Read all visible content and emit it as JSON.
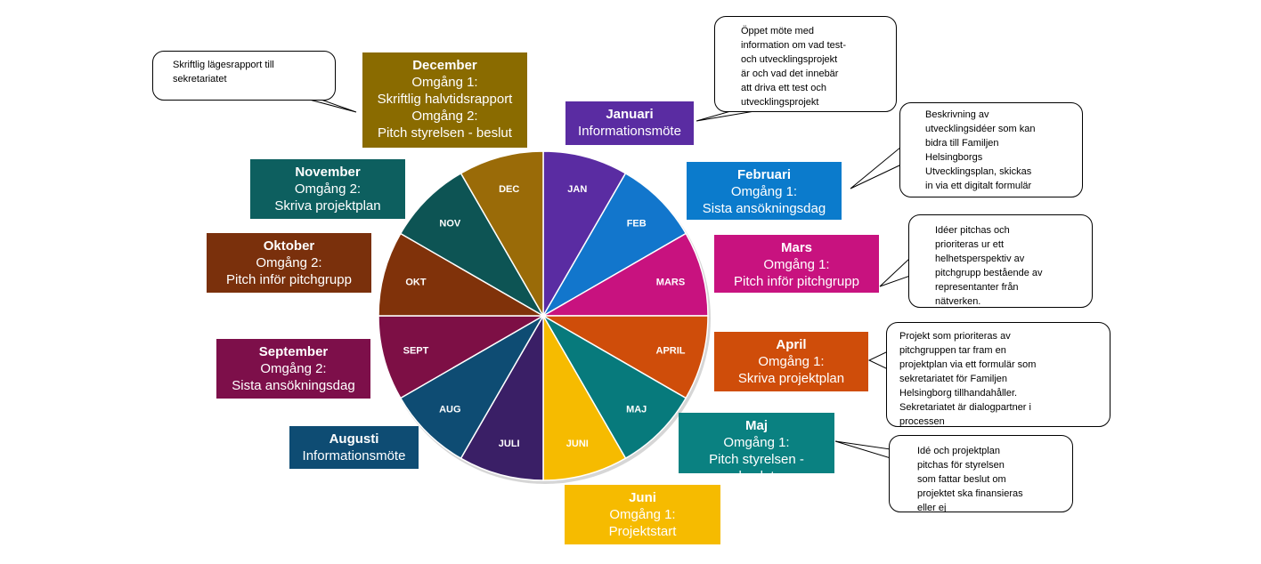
{
  "wheel": {
    "segments": [
      {
        "abbr": "JAN",
        "color": "#5a2ca2"
      },
      {
        "abbr": "FEB",
        "color": "#1276cc"
      },
      {
        "abbr": "MARS",
        "color": "#c8127f"
      },
      {
        "abbr": "APRIL",
        "color": "#cf4d0a"
      },
      {
        "abbr": "MAJ",
        "color": "#077a7c"
      },
      {
        "abbr": "JUNI",
        "color": "#f6bb00"
      },
      {
        "abbr": "JULI",
        "color": "#3a1f66"
      },
      {
        "abbr": "AUG",
        "color": "#0e4c73"
      },
      {
        "abbr": "SEPT",
        "color": "#7d0f45"
      },
      {
        "abbr": "OKT",
        "color": "#80320a"
      },
      {
        "abbr": "NOV",
        "color": "#0d5454"
      },
      {
        "abbr": "DEC",
        "color": "#9a6b08"
      }
    ]
  },
  "months": {
    "december": {
      "title": "December",
      "lines": [
        "Omgång 1:",
        "Skriftlig halvtidsrapport",
        "Omgång 2:",
        "Pitch styrelsen - beslut"
      ],
      "color": "#8a6b00"
    },
    "januari": {
      "title": "Januari",
      "lines": [
        "Informationsmöte"
      ],
      "color": "#5a2ca2"
    },
    "februari": {
      "title": "Februari",
      "lines": [
        "Omgång 1:",
        "Sista ansökningsdag"
      ],
      "color": "#0b7bcc"
    },
    "mars": {
      "title": "Mars",
      "lines": [
        "Omgång 1:",
        "Pitch inför pitchgrupp"
      ],
      "color": "#c8127f"
    },
    "april": {
      "title": "April",
      "lines": [
        "Omgång 1:",
        "Skriva projektplan"
      ],
      "color": "#cf4d0a"
    },
    "maj": {
      "title": "Maj",
      "lines": [
        "Omgång 1:",
        "Pitch styrelsen -",
        "beslut"
      ],
      "color": "#0a8181"
    },
    "juni": {
      "title": "Juni",
      "lines": [
        "Omgång 1:",
        "Projektstart"
      ],
      "color": "#f6bb00"
    },
    "november": {
      "title": "November",
      "lines": [
        "Omgång 2:",
        "Skriva projektplan"
      ],
      "color": "#0d5f5f"
    },
    "oktober": {
      "title": "Oktober",
      "lines": [
        "Omgång 2:",
        "Pitch inför pitchgrupp"
      ],
      "color": "#7a300c"
    },
    "september": {
      "title": "September",
      "lines": [
        "Omgång 2:",
        "Sista ansökningsdag"
      ],
      "color": "#7d0f4a"
    },
    "augusti": {
      "title": "Augusti",
      "lines": [
        "Informationsmöte"
      ],
      "color": "#0e4c73"
    }
  },
  "callouts": {
    "lagesrapport": {
      "lines": [
        "Skriftlig lägesrapport  till",
        "sekretariatet"
      ]
    },
    "oppet_mote": {
      "lines": [
        "Öppet möte med",
        "information  om vad test-",
        "och utvecklingsprojekt",
        "är och vad  det innebär",
        "att driva  ett test och",
        "utvecklingsprojekt"
      ]
    },
    "beskrivning": {
      "lines": [
        "Beskrivning  av",
        "utvecklingsidéer  som kan",
        "bidra till Familjen",
        "Helsingborgs",
        "Utvecklingsplan,  skickas",
        "in via  ett digitalt formulär"
      ]
    },
    "ideer_pitchas": {
      "lines": [
        "Idéer  pitchas och",
        "prioriteras  ur ett",
        "helhetsperspektiv  av",
        "pitchgrupp bestående  av",
        "representanter  från",
        "nätverken."
      ]
    },
    "projekt_prio": {
      "lines": [
        "Projekt som prioriteras  av",
        "pitchgruppen  tar fram  en",
        "projektplan via  ett formulär  som",
        "sekretariatet för Familjen",
        "Helsingborg tillhandahåller.",
        "Sekretariatet  är dialogpartner  i",
        "processen"
      ]
    },
    "ide_projektplan": {
      "lines": [
        "Idé och projektplan",
        "pitchas för styrelsen",
        "som fattar beslut om",
        "projektet ska finansieras",
        "eller ej"
      ]
    }
  }
}
